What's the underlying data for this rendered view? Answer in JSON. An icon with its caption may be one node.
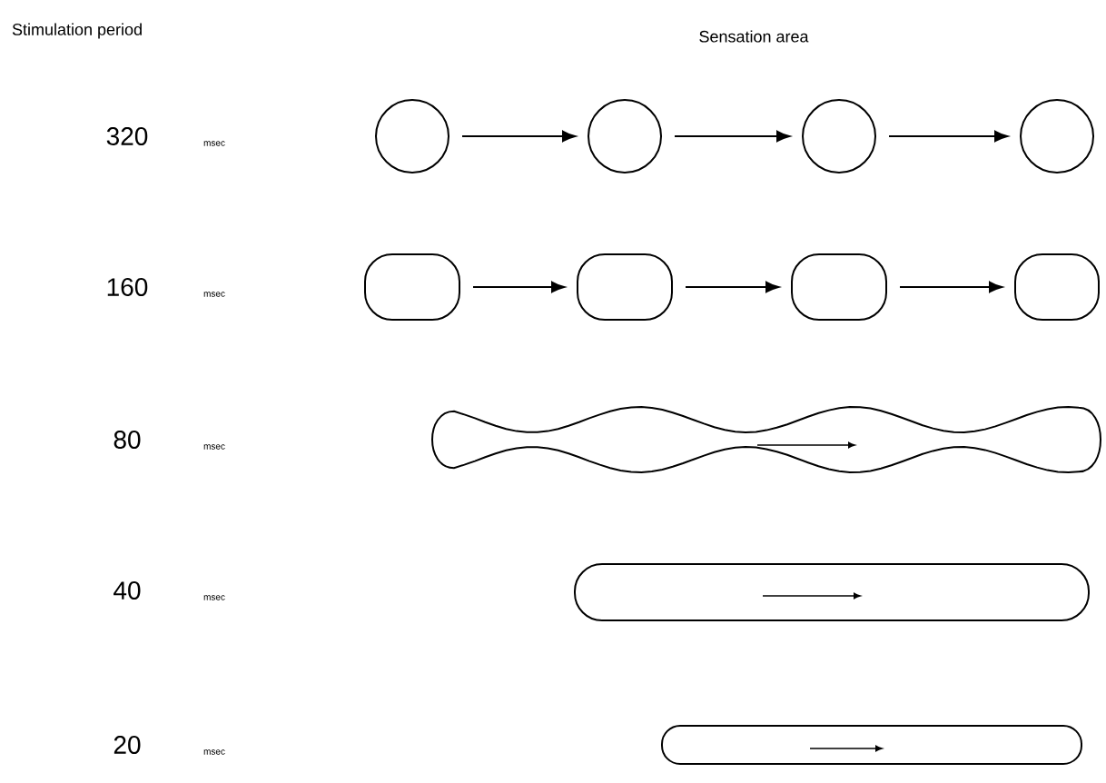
{
  "diagram": {
    "nodes": [
      {
        "text": [],
        "shape": "circle"
      },
      {
        "text": [],
        "shape": "circle"
      },
      {
        "text": [],
        "shape": "circle"
      },
      {
        "text": [],
        "shape": "circle"
      },
      {
        "text": [],
        "shape": "box"
      },
      {
        "text": [],
        "shape": "box"
      },
      {
        "text": [],
        "shape": "box"
      },
      {
        "text": [],
        "shape": "box"
      },
      {
        "text": [],
        "shape": "cloud"
      },
      {
        "text": [],
        "shape": "bar"
      },
      {
        "text": [],
        "shape": "bar"
      }
    ],
    "edges": [
      {
        "from": 0,
        "to": 1,
        "arrow": "to"
      },
      {
        "from": 1,
        "to": 2,
        "arrow": "to"
      },
      {
        "from": 2,
        "to": 3,
        "arrow": "to"
      },
      {
        "from": 4,
        "to": 5,
        "arrow": "to"
      },
      {
        "from": 5,
        "to": 6,
        "arrow": "to"
      },
      {
        "from": 6,
        "to": 7,
        "arrow": "to"
      }
    ],
    "labels": [
      "Stimulation period",
      "Sensation area",
      "320",
      "msec",
      "160",
      "msec",
      "80",
      "msec",
      "40",
      "msec",
      "20",
      "msec"
    ]
  }
}
